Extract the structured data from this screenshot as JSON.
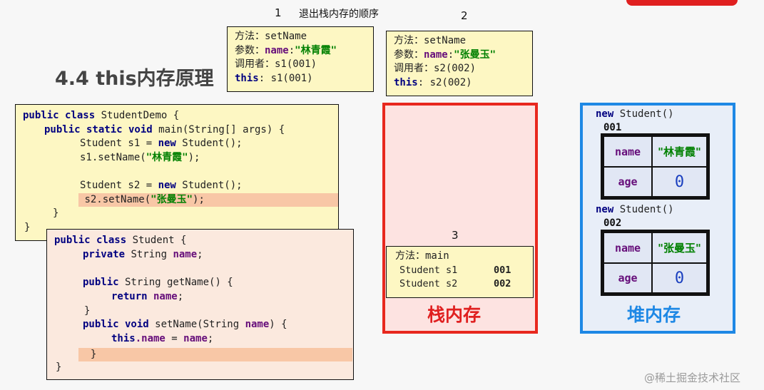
{
  "labels": {
    "n1": "1",
    "n2": "2",
    "n3": "3",
    "title": "退出栈内存的顺序"
  },
  "section_title": "4.4 this内存原理",
  "frame1": {
    "method_label": "方法：",
    "method": "setName",
    "param_label": "参数：",
    "param_key": "name",
    "param_val": "\"林青霞\"",
    "caller_label": "调用者：",
    "caller": "s1(001)",
    "this_key": "this",
    "this_val": "s1(001)"
  },
  "frame2": {
    "method_label": "方法：",
    "method": "setName",
    "param_label": "参数：",
    "param_key": "name",
    "param_val": "\"张曼玉\"",
    "caller_label": "调用者：",
    "caller": "s2(002)",
    "this_key": "this",
    "this_val": "s2(002)"
  },
  "demo_code": {
    "l1_kw": "public class",
    "l1": " StudentDemo {",
    "l2_kw": "public static void",
    "l2": " main(String[] args) {",
    "l3_a": "Student s1 = ",
    "l3_kw": "new",
    "l3_b": " Student();",
    "l4_a": "s1.setName(",
    "l4_s": "\"林青霞\"",
    "l4_b": ");",
    "l5_a": "Student s2 = ",
    "l5_kw": "new",
    "l5_b": " Student();",
    "l6_a": "s2.setName(",
    "l6_s": "\"张曼玉\"",
    "l6_b": ");",
    "l7": "}",
    "l8": "}"
  },
  "student_code": {
    "l1_kw": "public class",
    "l1": " Student {",
    "l2_kw": "private",
    "l2_a": " String ",
    "l2_f": "name",
    "l2_b": ";",
    "l3_kw": "public",
    "l3": " String getName() {",
    "l4_kw": "return",
    "l4_f": " name",
    "l4_b": ";",
    "l5": "}",
    "l6_kw": "public void",
    "l6_a": " setName(String ",
    "l6_f": "name",
    "l6_b": ") {",
    "l7_kw": "this",
    "l7_f": ".name",
    "l7_a": " = ",
    "l7_f2": "name",
    "l7_b": ";",
    "l8": "}",
    "l9": "}"
  },
  "stack": {
    "label": "栈内存",
    "main_frame": {
      "method_label": "方法：",
      "method": "main",
      "var1": "Student s1",
      "val1": "001",
      "var2": "Student s2",
      "val2": "002"
    }
  },
  "heap": {
    "label": "堆内存",
    "objects": [
      {
        "new_kw": "new",
        "new_rest": " Student()",
        "addr": "001",
        "name_key": "name",
        "name_val": "\"林青霞\"",
        "age_key": "age",
        "age_val": "0"
      },
      {
        "new_kw": "new",
        "new_rest": " Student()",
        "addr": "002",
        "name_key": "name",
        "name_val": "\"张曼玉\"",
        "age_key": "age",
        "age_val": "0"
      }
    ]
  },
  "watermark": "@稀土掘金技术社区",
  "colors": {
    "stack_border": "#e8281e",
    "stack_bg": "#fde3e1",
    "heap_border": "#1e88e5",
    "heap_bg": "#e8eef8",
    "accent_red": "#e02020"
  }
}
